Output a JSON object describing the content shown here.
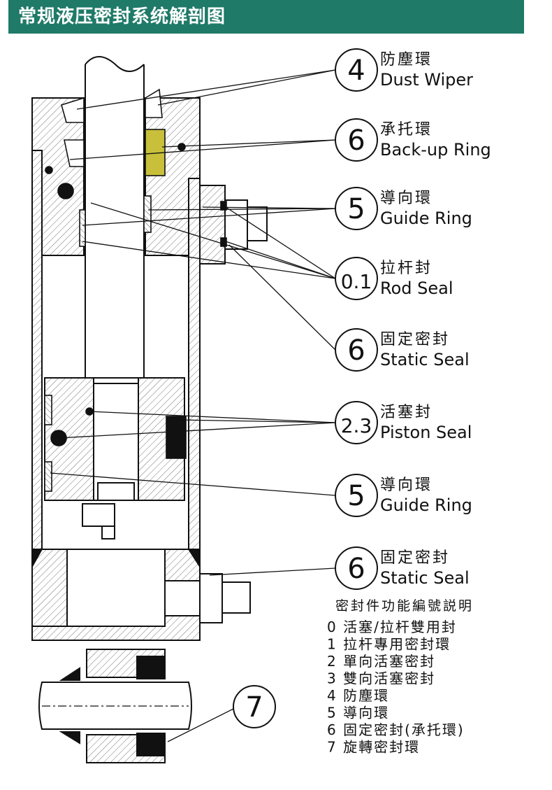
{
  "header": {
    "title": "常规液压密封系统解剖图"
  },
  "callouts": [
    {
      "code": "4",
      "zh": "防塵環",
      "en": "Dust Wiper"
    },
    {
      "code": "6",
      "zh": "承托環",
      "en": "Back-up Ring"
    },
    {
      "code": "5",
      "zh": "導向環",
      "en": "Guide Ring"
    },
    {
      "code": "0.1",
      "zh": "拉杆封",
      "en": "Rod Seal"
    },
    {
      "code": "6",
      "zh": "固定密封",
      "en": "Static Seal"
    },
    {
      "code": "2.3",
      "zh": "活塞封",
      "en": "Piston Seal"
    },
    {
      "code": "5",
      "zh": "導向環",
      "en": "Guide Ring"
    },
    {
      "code": "6",
      "zh": "固定密封",
      "en": "Static Seal"
    }
  ],
  "rotary": {
    "code": "7"
  },
  "legend": {
    "title": "密封件功能編號説明",
    "items": [
      "0 活塞/拉杆雙用封",
      "1 拉杆專用密封環",
      "2 單向活塞密封",
      "3 雙向活塞密封",
      "4 防塵環",
      "5 導向環",
      "6 固定密封(承托環)",
      "7 旋轉密封環"
    ]
  },
  "colors": {
    "header_bg": "#1f7a68",
    "backup_ring": "#c8c03a",
    "line": "#111111"
  }
}
